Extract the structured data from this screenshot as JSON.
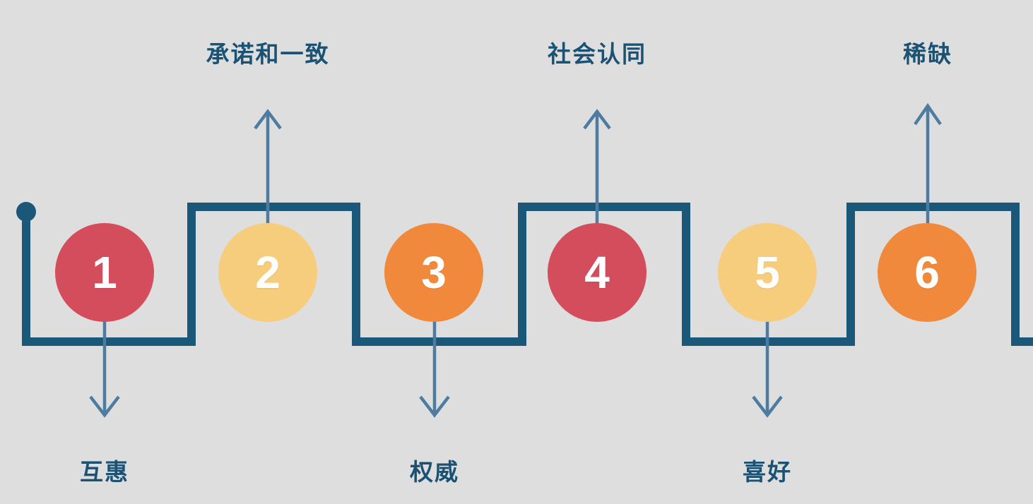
{
  "diagram": {
    "type": "process-flow",
    "steps": [
      {
        "number": "1",
        "label": "互惠",
        "label_position": "below",
        "color": "#d44d5c"
      },
      {
        "number": "2",
        "label": "承诺和一致",
        "label_position": "above",
        "color": "#f6cd7c"
      },
      {
        "number": "3",
        "label": "权威",
        "label_position": "below",
        "color": "#f0893b"
      },
      {
        "number": "4",
        "label": "社会认同",
        "label_position": "above",
        "color": "#d44d5c"
      },
      {
        "number": "5",
        "label": "喜好",
        "label_position": "below",
        "color": "#f6cd7c"
      },
      {
        "number": "6",
        "label": "稀缺",
        "label_position": "above",
        "color": "#f0893b"
      }
    ],
    "colors": {
      "background": "#dedede",
      "wave_line": "#1b5778",
      "arrow": "#4d7ca0",
      "label_text": "#1b5274",
      "number_text": "#ffffff",
      "circle_red": "#d44d5c",
      "circle_yellow": "#f6cd7c",
      "circle_orange": "#f0893b"
    }
  }
}
